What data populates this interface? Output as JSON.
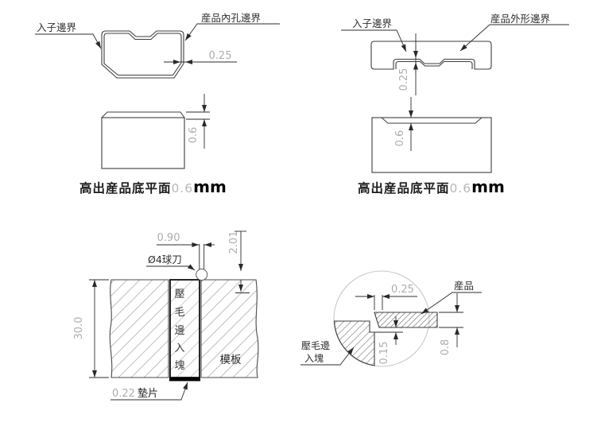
{
  "top_left": {
    "insert_label": "入子邊界",
    "product_label": "産品內孔邊界",
    "gap_dim": "0.25"
  },
  "top_right": {
    "insert_label": "入子邊界",
    "product_label": "産品外形邊界",
    "gap_dim": "0.25"
  },
  "mid_left": {
    "height_dim": "0.6"
  },
  "mid_right": {
    "height_dim": "0.6"
  },
  "captions": {
    "left": {
      "text": "高出産品底平面",
      "value": "0.6",
      "unit": "mm"
    },
    "right": {
      "text": "高出産品底平面",
      "value": "0.6",
      "unit": "mm"
    }
  },
  "bottom_left": {
    "slot_width_dim": "0.90",
    "depth_dim": "2.01",
    "cutter_label": "Ø4球刀",
    "height_dim": "30.0",
    "insert_text": [
      "壓",
      "毛",
      "邊",
      "入",
      "塊"
    ],
    "plate_label": "模板",
    "shim_value": "0.22",
    "shim_label": "墊片"
  },
  "bottom_right": {
    "offset_dim": "0.25",
    "step_dim": "0.15",
    "thickness_dim": "0.8",
    "product_label": "産品",
    "insert_label_line1": "壓毛邊",
    "insert_label_line2": "入塊"
  }
}
